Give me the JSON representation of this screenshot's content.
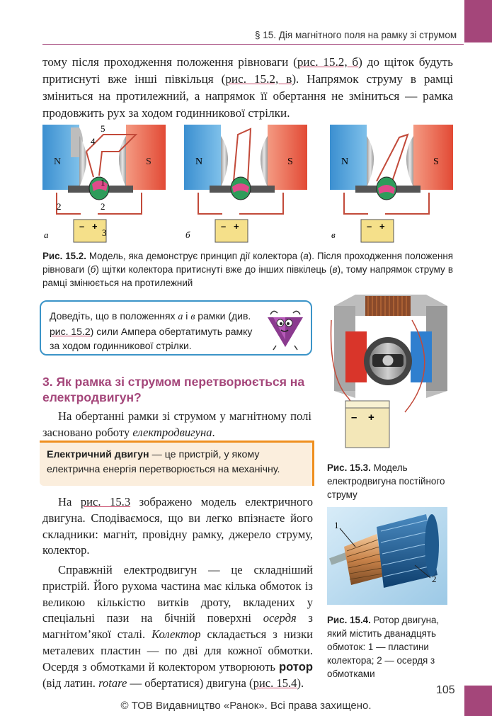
{
  "header": {
    "running_title": "§ 15. Дія магнітного поля на рамку зі струмом",
    "accent_color": "#a4467a"
  },
  "paragraph_top": {
    "t1": "тому після проходження положення рівноваги (",
    "ref1": "рис. 15.2, б",
    "t2": ") до щіток будуть притиснуті вже інші півкільця (",
    "ref2": "рис. 15.2, в",
    "t3": "). Напрямок струму в рамці зміниться на протилежний, а напрямок її обертання не зміниться — рамка продовжить рух за ходом годинникової стрілки."
  },
  "figure_15_2": {
    "panels": [
      {
        "letter": "а",
        "north": "N",
        "south": "S"
      },
      {
        "letter": "б",
        "north": "N",
        "south": "S"
      },
      {
        "letter": "в",
        "north": "N",
        "south": "S"
      }
    ],
    "callouts": [
      "5",
      "4",
      "1",
      "2",
      "2",
      "3"
    ],
    "battery_minus": "–",
    "battery_plus": "+",
    "caption_label": "Рис. 15.2.",
    "caption_t1": " Модель, яка демонструє принцип дії колектора (",
    "caption_a": "а",
    "caption_t2": "). Після проходження положення рівноваги (",
    "caption_b": "б",
    "caption_t3": ") щітки колектора притиснуті вже до інших півкілець (",
    "caption_v": "в",
    "caption_t4": "), тому напрямок струму в рамці змінюється на протилежний"
  },
  "task_box": {
    "t1": "Доведіть, що в положеннях ",
    "a": "а",
    "t2": " і ",
    "v": "в",
    "t3": " рамки (див. ",
    "ref": "рис. 15.2",
    "t4": ") сили Ампера обертатимуть рамку за ходом годинникової стрілки.",
    "border_color": "#3b94c8"
  },
  "section": {
    "title": "3. Як рамка зі струмом перетворюється на електродвигун?",
    "intro_t1": "На обертанні рамки зі струмом у магнітному полі засновано роботу ",
    "intro_term": "електродвигуна",
    "intro_t2": "."
  },
  "definition": {
    "term": "Електричний двигун",
    "text": " — це пристрій, у якому електрична енергія перетворюється на механічну.",
    "accent_color": "#ef8f1f"
  },
  "paragraph_2": {
    "t1": "На ",
    "ref": "рис. 15.3",
    "t2": " зображено модель електричного двигуна. Сподіваємося, що ви легко впізнаєте його складники: магніт, провідну рамку, джерело струму, колектор."
  },
  "paragraph_3": {
    "t1": "Справжній електродвигун — це складніший пристрій. Його рухома частина має кілька обмоток із великою кількістю витків дроту, вкладених у спеціальні пази на бічній поверхні ",
    "term1": "осердя",
    "t2": " з магнітом’якої сталі. ",
    "term2": "Колектор",
    "t3": " складається з низки металевих пластин — по дві для кожної обмотки. Осердя з обмотками й колектором утворюють ",
    "term3": "ротор",
    "t4": " (від латин. ",
    "latin": "rotare",
    "t5": " — обертатися) двигуна (",
    "ref": "рис. 15.4",
    "t6": ")."
  },
  "figure_15_3": {
    "battery_minus": "–",
    "battery_plus": "+",
    "caption_label": "Рис. 15.3.",
    "caption_text": " Модель електродвигуна постійного струму"
  },
  "figure_15_4": {
    "callout_1": "1",
    "callout_2": "2",
    "caption_label": "Рис. 15.4.",
    "caption_text": " Ротор двигуна, який містить дванадцять обмоток: 1 — пластини колектора; 2 — осердя з обмотками"
  },
  "footer": {
    "page_number": "105",
    "copyright": "© ТОВ Видавництво «Ранок». Всі права захищено."
  }
}
